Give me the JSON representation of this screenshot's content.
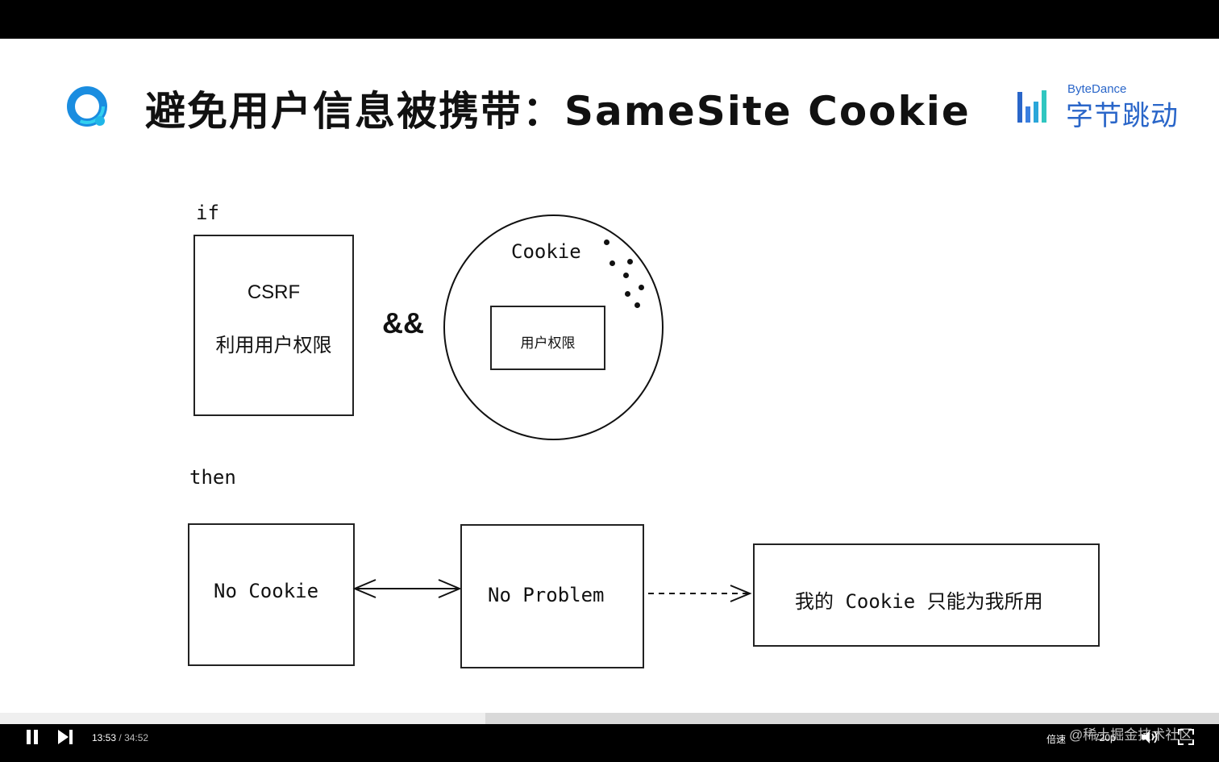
{
  "slide": {
    "title": "避免用户信息被携带：SameSite Cookie",
    "brand_en": "ByteDance",
    "brand_cn": "字节跳动"
  },
  "diagram": {
    "if_label": "if",
    "csrf_label": "CSRF",
    "csrf_sub": "利用用户权限",
    "and_op": "&&",
    "cookie_label": "Cookie",
    "perm_label": "用户权限",
    "then_label": "then",
    "no_cookie": "No Cookie",
    "no_problem": "No Problem",
    "result": "我的 Cookie 只能为我所用"
  },
  "player": {
    "current_time": "13:53",
    "separator": "/",
    "duration": "34:52",
    "progress": 0.398,
    "speed_label": "倍速",
    "quality_label": "720p",
    "watermark": "@稀土掘金技术社区"
  },
  "colors": {
    "brand_blue": "#2a66c9",
    "logo_cyan": "#1fb6e8"
  }
}
